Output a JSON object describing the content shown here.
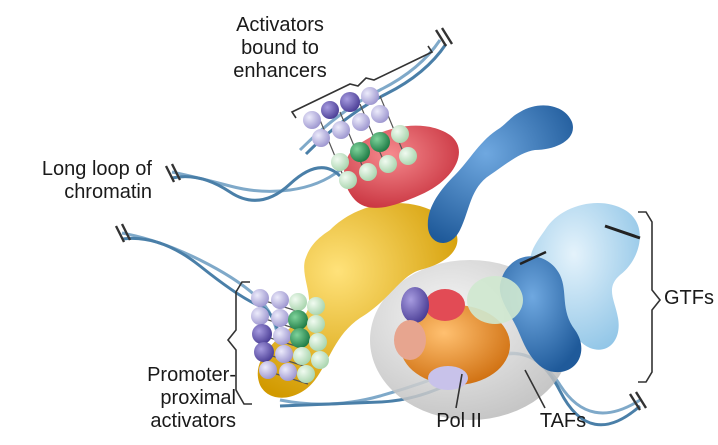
{
  "labels": {
    "activators_enhancers": [
      "Activators",
      "bound to",
      "enhancers"
    ],
    "long_loop": [
      "Long loop of",
      "chromatin"
    ],
    "promoter_proximal": [
      "Promoter-",
      "proximal",
      "activators"
    ],
    "pol2": "Pol II",
    "tafs": "TAFs",
    "gtfs": "GTFs"
  },
  "colors": {
    "dna": "#7fa9c9",
    "dna_dark": "#4a7fa8",
    "activator_purple": "#6c5fb3",
    "activator_lilac": "#b9b3e0",
    "activator_green": "#2f9a5a",
    "activator_pale_green": "#cfe8cf",
    "mediator_red": "#e24b55",
    "mediator_yellow": "#e8b70f",
    "tail_blue": "#2c6db3",
    "gtf_pale_blue": "#a9d3ee",
    "gtf_blue": "#2b78c5",
    "pol2_orange": "#e48a1e",
    "tafs_gray": "#c9c9c9"
  }
}
